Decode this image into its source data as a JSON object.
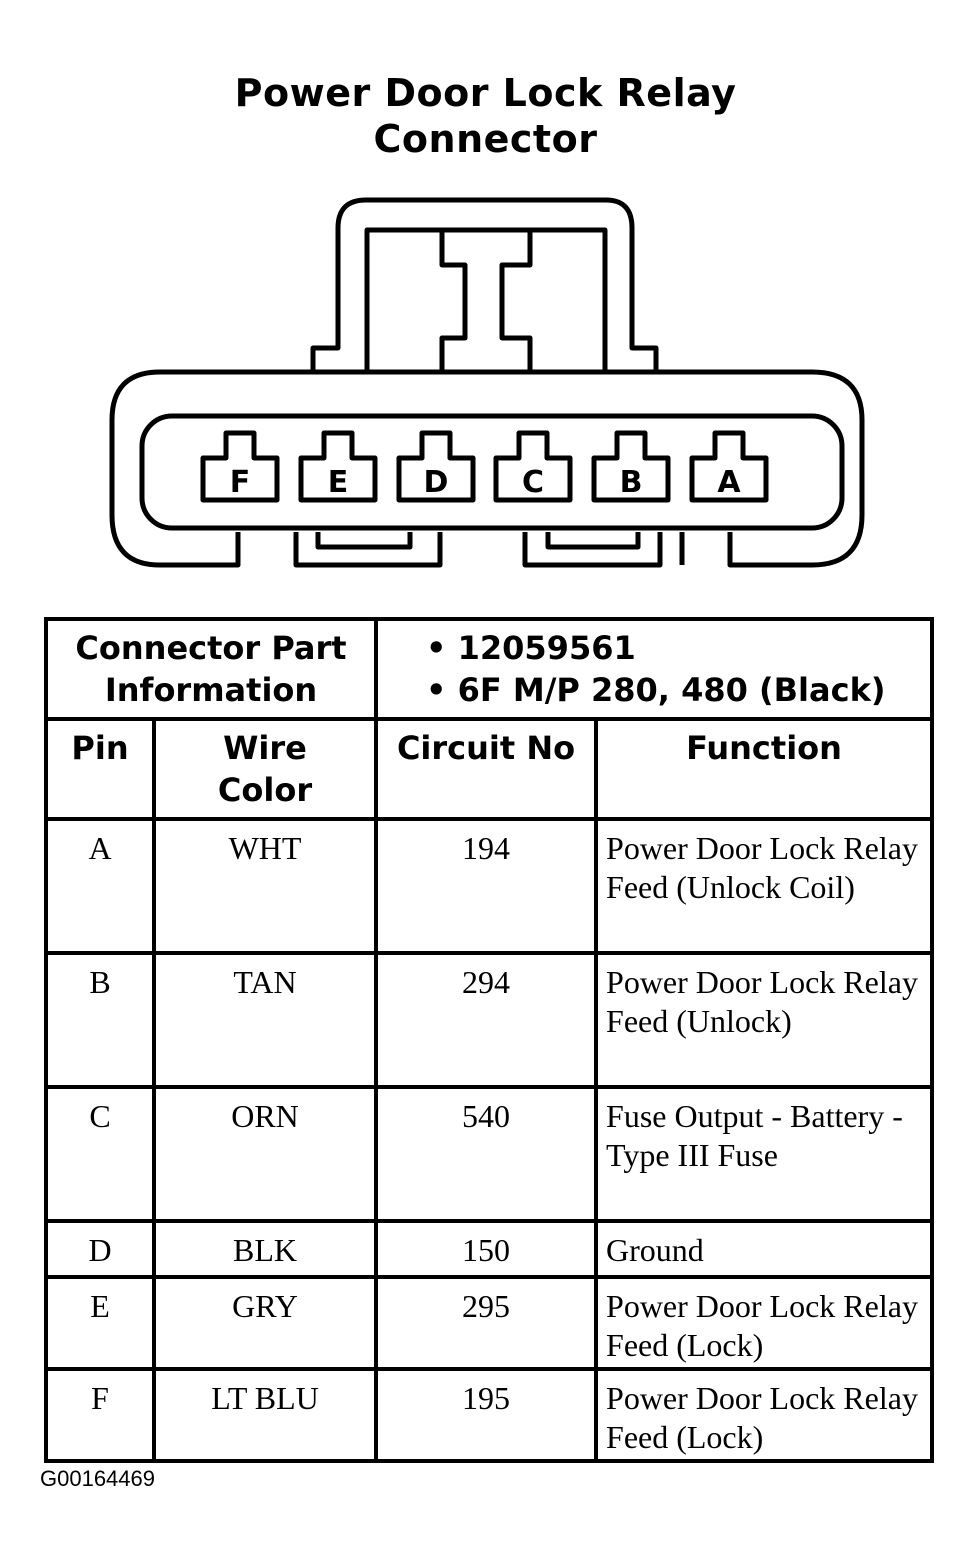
{
  "title": {
    "line1": "Power Door Lock Relay",
    "line2": "Connector"
  },
  "connector": {
    "pins": [
      "F",
      "E",
      "D",
      "C",
      "B",
      "A"
    ]
  },
  "info": {
    "label_line1": "Connector Part",
    "label_line2": "Information",
    "items": [
      "• 12059561",
      "• 6F M/P 280, 480 (Black)"
    ]
  },
  "columns": {
    "pin": "Pin",
    "wire_line1": "Wire",
    "wire_line2": "Color",
    "circuit": "Circuit No",
    "function": "Function"
  },
  "rows": [
    {
      "pin": "A",
      "wire": "WHT",
      "circuit": "194",
      "function": "Power Door Lock Relay Feed (Unlock Coil)"
    },
    {
      "pin": "B",
      "wire": "TAN",
      "circuit": "294",
      "function": "Power Door Lock Relay Feed (Unlock)"
    },
    {
      "pin": "C",
      "wire": "ORN",
      "circuit": "540",
      "function": "Fuse Output - Battery - Type III Fuse"
    },
    {
      "pin": "D",
      "wire": "BLK",
      "circuit": "150",
      "function": "Ground"
    },
    {
      "pin": "E",
      "wire": "GRY",
      "circuit": "295",
      "function": "Power Door Lock Relay Feed (Lock)"
    },
    {
      "pin": "F",
      "wire": "LT BLU",
      "circuit": "195",
      "function": "Power Door Lock Relay Feed (Lock)"
    }
  ],
  "figure_id": "G00164469"
}
